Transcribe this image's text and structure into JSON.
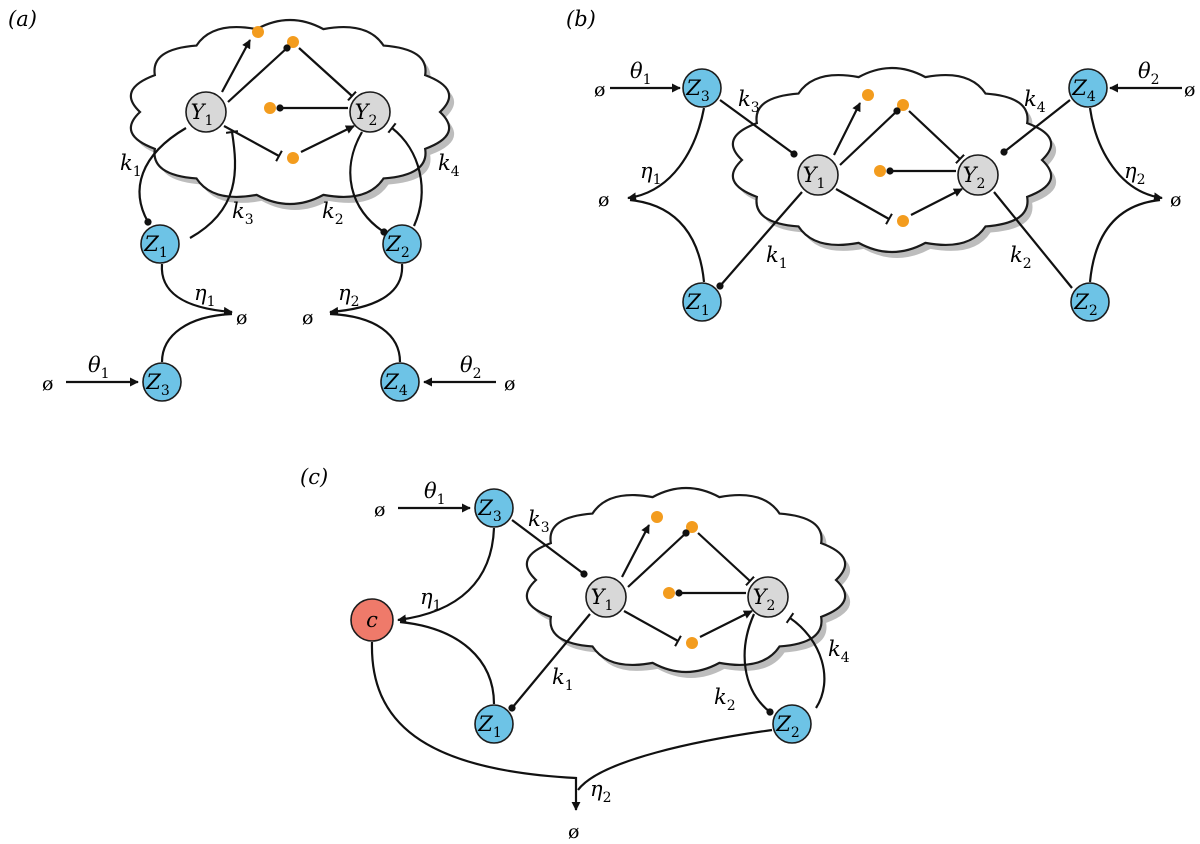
{
  "panels": [
    {
      "label": "(a)",
      "nodes": {
        "Z1": {
          "b": "Z",
          "s": "1"
        },
        "Z2": {
          "b": "Z",
          "s": "2"
        },
        "Z3": {
          "b": "Z",
          "s": "3"
        },
        "Z4": {
          "b": "Z",
          "s": "4"
        },
        "Y1": {
          "b": "Y",
          "s": "1"
        },
        "Y2": {
          "b": "Y",
          "s": "2"
        }
      },
      "rates": {
        "k1": {
          "b": "k",
          "s": "1"
        },
        "k2": {
          "b": "k",
          "s": "2"
        },
        "k3": {
          "b": "k",
          "s": "3"
        },
        "k4": {
          "b": "k",
          "s": "4"
        },
        "eta1": {
          "b": "η",
          "s": "1"
        },
        "eta2": {
          "b": "η",
          "s": "2"
        },
        "theta1": {
          "b": "θ",
          "s": "1"
        },
        "theta2": {
          "b": "θ",
          "s": "2"
        }
      },
      "empty_set": "ø"
    },
    {
      "label": "(b)",
      "nodes": {
        "Z1": {
          "b": "Z",
          "s": "1"
        },
        "Z2": {
          "b": "Z",
          "s": "2"
        },
        "Z3": {
          "b": "Z",
          "s": "3"
        },
        "Z4": {
          "b": "Z",
          "s": "4"
        },
        "Y1": {
          "b": "Y",
          "s": "1"
        },
        "Y2": {
          "b": "Y",
          "s": "2"
        }
      },
      "rates": {
        "k1": {
          "b": "k",
          "s": "1"
        },
        "k2": {
          "b": "k",
          "s": "2"
        },
        "k3": {
          "b": "k",
          "s": "3"
        },
        "k4": {
          "b": "k",
          "s": "4"
        },
        "eta1": {
          "b": "η",
          "s": "1"
        },
        "eta2": {
          "b": "η",
          "s": "2"
        },
        "theta1": {
          "b": "θ",
          "s": "1"
        },
        "theta2": {
          "b": "θ",
          "s": "2"
        }
      },
      "empty_set": "ø"
    },
    {
      "label": "(c)",
      "nodes": {
        "Z1": {
          "b": "Z",
          "s": "1"
        },
        "Z2": {
          "b": "Z",
          "s": "2"
        },
        "Z3": {
          "b": "Z",
          "s": "3"
        },
        "Y1": {
          "b": "Y",
          "s": "1"
        },
        "Y2": {
          "b": "Y",
          "s": "2"
        },
        "C": {
          "b": "c",
          "s": ""
        }
      },
      "rates": {
        "k1": {
          "b": "k",
          "s": "1"
        },
        "k2": {
          "b": "k",
          "s": "2"
        },
        "k3": {
          "b": "k",
          "s": "3"
        },
        "k4": {
          "b": "k",
          "s": "4"
        },
        "eta1": {
          "b": "η",
          "s": "1"
        },
        "eta2": {
          "b": "η",
          "s": "2"
        },
        "theta1": {
          "b": "θ",
          "s": "1"
        }
      },
      "empty_set": "ø"
    }
  ],
  "colors": {
    "z_node": "#6dc3e6",
    "y_node": "#d8d8d8",
    "c_node": "#ef7a6a",
    "network_dot": "#f39c1e",
    "edge": "#111111"
  }
}
